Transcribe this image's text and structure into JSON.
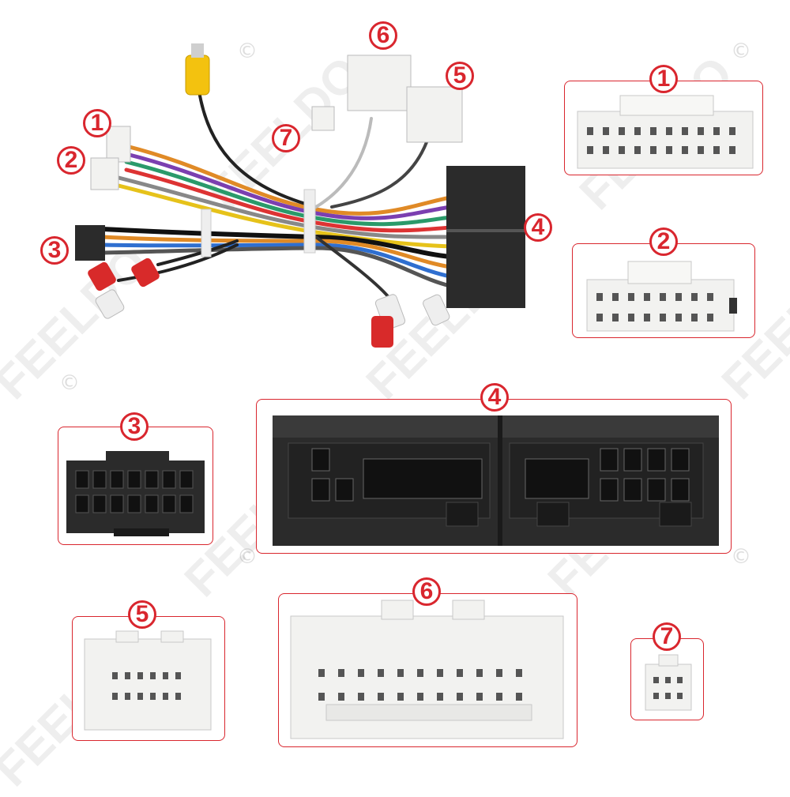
{
  "brand_watermark": "FEELDO",
  "copyright_symbol": "©",
  "callouts": {
    "c1": "1",
    "c2": "2",
    "c3": "3",
    "c4": "4",
    "c5": "5",
    "c6": "6",
    "c7": "7"
  },
  "panels": {
    "p1": "1",
    "p2": "2",
    "p3": "3",
    "p4": "4",
    "p5": "5",
    "p6": "6",
    "p7": "7"
  },
  "colors": {
    "accent_red": "#d9262e",
    "connector_white": "#f2f2f0",
    "connector_black": "#2b2b2b",
    "rca_yellow": "#f3c20f",
    "rca_red": "#d82a2a"
  }
}
